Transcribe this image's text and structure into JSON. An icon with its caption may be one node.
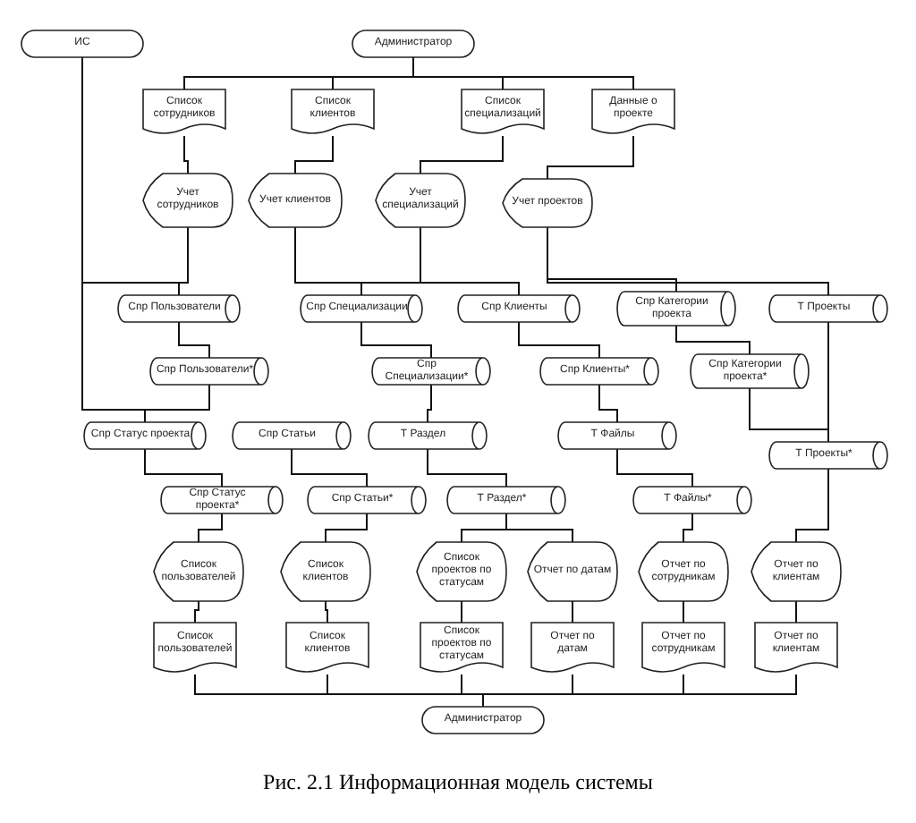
{
  "diagram": {
    "caption": "Рис. 2.1 Информационная модель системы",
    "nodes": [
      {
        "text": [
          "ИС"
        ]
      },
      {
        "text": [
          "Администратор"
        ]
      },
      {
        "text": [
          "Список сотрудников"
        ]
      },
      {
        "text": [
          "Список клиентов"
        ]
      },
      {
        "text": [
          "Список специализаций"
        ]
      },
      {
        "text": [
          "Данные о проекте"
        ]
      },
      {
        "text": [
          "Учет сотрудников"
        ]
      },
      {
        "text": [
          "Учет клиентов"
        ]
      },
      {
        "text": [
          "Учет специализаций"
        ]
      },
      {
        "text": [
          "Учет проектов"
        ]
      },
      {
        "text": [
          "Спр Пользователи"
        ]
      },
      {
        "text": [
          "Спр Специализации"
        ]
      },
      {
        "text": [
          "Спр Клиенты"
        ]
      },
      {
        "text": [
          "Спр Категории проекта"
        ]
      },
      {
        "text": [
          "Т Проекты"
        ]
      },
      {
        "text": [
          "Спр Пользователи*"
        ]
      },
      {
        "text": [
          "Спр Специализации*"
        ]
      },
      {
        "text": [
          "Спр Клиенты*"
        ]
      },
      {
        "text": [
          "Спр Категории проекта*"
        ]
      },
      {
        "text": [
          "Спр Статус проекта"
        ]
      },
      {
        "text": [
          "Спр Статьи"
        ]
      },
      {
        "text": [
          "Т Раздел"
        ]
      },
      {
        "text": [
          "Т Файлы"
        ]
      },
      {
        "text": [
          "Т Проекты*"
        ]
      },
      {
        "text": [
          "Спр Статус проекта*"
        ]
      },
      {
        "text": [
          "Спр Статьи*"
        ]
      },
      {
        "text": [
          "Т Раздел*"
        ]
      },
      {
        "text": [
          "Т Файлы*"
        ]
      },
      {
        "text": [
          "Список пользователей"
        ]
      },
      {
        "text": [
          "Список клиентов"
        ]
      },
      {
        "text": [
          "Список проектов по статусам"
        ]
      },
      {
        "text": [
          "Отчет по датам"
        ]
      },
      {
        "text": [
          "Отчет по сотрудникам"
        ]
      },
      {
        "text": [
          "Отчет по клиентам"
        ]
      },
      {
        "text": [
          "Список пользователей"
        ]
      },
      {
        "text": [
          "Список клиентов"
        ]
      },
      {
        "text": [
          "Список проектов по статусам"
        ]
      },
      {
        "text": [
          "Отчет по датам"
        ]
      },
      {
        "text": [
          "Отчет по сотрудникам"
        ]
      },
      {
        "text": [
          "Отчет по клиентам"
        ]
      },
      {
        "text": [
          "Администратор"
        ]
      }
    ],
    "edges": [
      {
        "from": 1,
        "to": 2,
        "arrow": "none"
      },
      {
        "from": 1,
        "to": 3,
        "arrow": "none"
      },
      {
        "from": 1,
        "to": 4,
        "arrow": "none"
      },
      {
        "from": 1,
        "to": 5,
        "arrow": "none"
      },
      {
        "from": 2,
        "to": 6,
        "arrow": "none"
      },
      {
        "from": 3,
        "to": 7,
        "arrow": "none"
      },
      {
        "from": 4,
        "to": 8,
        "arrow": "none"
      },
      {
        "from": 5,
        "to": 9,
        "arrow": "none"
      },
      {
        "from": 0,
        "to": 10,
        "arrow": "none"
      },
      {
        "from": 0,
        "to": 19,
        "arrow": "none"
      },
      {
        "from": 6,
        "to": 10,
        "arrow": "none"
      },
      {
        "from": 7,
        "to": 12,
        "arrow": "none"
      },
      {
        "from": 8,
        "to": 11,
        "arrow": "none"
      },
      {
        "from": 9,
        "to": 13,
        "arrow": "none"
      },
      {
        "from": 9,
        "to": 14,
        "arrow": "none"
      },
      {
        "from": 10,
        "to": 15,
        "arrow": "none"
      },
      {
        "from": 11,
        "to": 16,
        "arrow": "none"
      },
      {
        "from": 12,
        "to": 17,
        "arrow": "none"
      },
      {
        "from": 13,
        "to": 18,
        "arrow": "none"
      },
      {
        "from": 14,
        "to": 23,
        "arrow": "none"
      },
      {
        "from": 15,
        "to": 19,
        "arrow": "none"
      },
      {
        "from": 16,
        "to": 21,
        "arrow": "none"
      },
      {
        "from": 17,
        "to": 22,
        "arrow": "none"
      },
      {
        "from": 18,
        "to": 23,
        "arrow": "none"
      },
      {
        "from": 19,
        "to": 24,
        "arrow": "none"
      },
      {
        "from": 20,
        "to": 25,
        "arrow": "none"
      },
      {
        "from": 21,
        "to": 26,
        "arrow": "none"
      },
      {
        "from": 22,
        "to": 27,
        "arrow": "none"
      },
      {
        "from": 24,
        "to": 28,
        "arrow": "none"
      },
      {
        "from": 25,
        "to": 29,
        "arrow": "none"
      },
      {
        "from": 26,
        "to": 30,
        "arrow": "none"
      },
      {
        "from": 26,
        "to": 31,
        "arrow": "none"
      },
      {
        "from": 27,
        "to": 32,
        "arrow": "none"
      },
      {
        "from": 23,
        "to": 33,
        "arrow": "none"
      },
      {
        "from": 28,
        "to": 34,
        "arrow": "none"
      },
      {
        "from": 29,
        "to": 35,
        "arrow": "none"
      },
      {
        "from": 30,
        "to": 36,
        "arrow": "none"
      },
      {
        "from": 31,
        "to": 37,
        "arrow": "none"
      },
      {
        "from": 32,
        "to": 38,
        "arrow": "none"
      },
      {
        "from": 33,
        "to": 39,
        "arrow": "none"
      },
      {
        "from": 34,
        "to": 40,
        "arrow": "none"
      },
      {
        "from": 35,
        "to": 40,
        "arrow": "none"
      },
      {
        "from": 36,
        "to": 40,
        "arrow": "none"
      },
      {
        "from": 37,
        "to": 40,
        "arrow": "none"
      },
      {
        "from": 38,
        "to": 40,
        "arrow": "none"
      },
      {
        "from": 39,
        "to": 40,
        "arrow": "none"
      }
    ]
  }
}
